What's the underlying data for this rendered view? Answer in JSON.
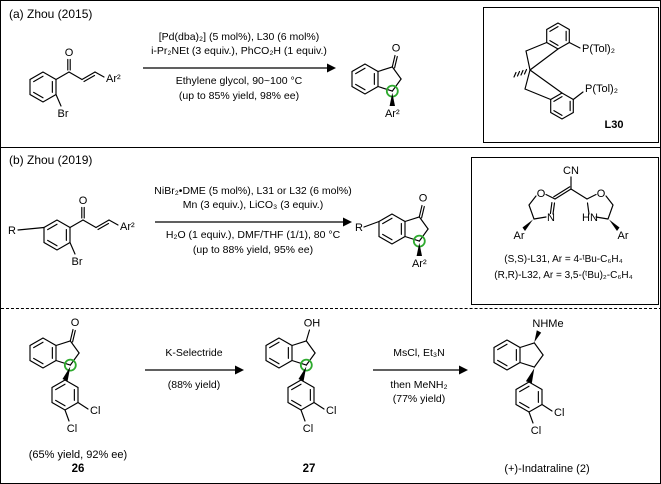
{
  "colors": {
    "highlight_green": "#2eaa2e",
    "ink": "#000000"
  },
  "atoms": {
    "o": "O",
    "br": "Br",
    "ar2": "Ar²",
    "r": "R",
    "oh": "OH",
    "nhme": "NHMe",
    "cl": "Cl",
    "cn": "CN",
    "n": "N",
    "hn": "HN",
    "ar": "Ar",
    "ptol2": "P(Tol)₂"
  },
  "section_a": {
    "label": "(a) Zhou (2015)",
    "conditions_above": [
      "[Pd(dba)₂] (5 mol%), L30 (6 mol%)",
      "i-Pr₂NEt (3 equiv.), PhCO₂H (1 equiv.)"
    ],
    "conditions_below": [
      "Ethylene glycol, 90~100 °C",
      "(up to 85% yield, 98% ee)"
    ],
    "ligand_label": "L30"
  },
  "section_b": {
    "label": "(b) Zhou (2019)",
    "conditions_above": [
      "NiBr₂•DME (5 mol%), L31 or L32 (6 mol%)",
      "Mn (3 equiv.), LiCO₃ (3 equiv.)"
    ],
    "conditions_below": [
      "H₂O (1 equiv.), DMF/THF (1/1), 80 °C",
      "(up to 88% yield, 95% ee)"
    ],
    "ligand_lines": [
      "(S,S)-L31, Ar = 4-ᵗBu-C₆H₄",
      "(R,R)-L32, Ar = 3,5-(ᵗBu)₂-C₆H₄"
    ]
  },
  "section_c": {
    "yield_26": "(65% yield, 92% ee)",
    "compound_26": "26",
    "step1_above": "K-Selectride",
    "step1_below": "(88% yield)",
    "compound_27": "27",
    "step2_above": "MsCl, Et₃N",
    "step2_below1": "then MeNH₂",
    "step2_below2": "(77% yield)",
    "product_label": "(+)-Indatraline (2)"
  }
}
